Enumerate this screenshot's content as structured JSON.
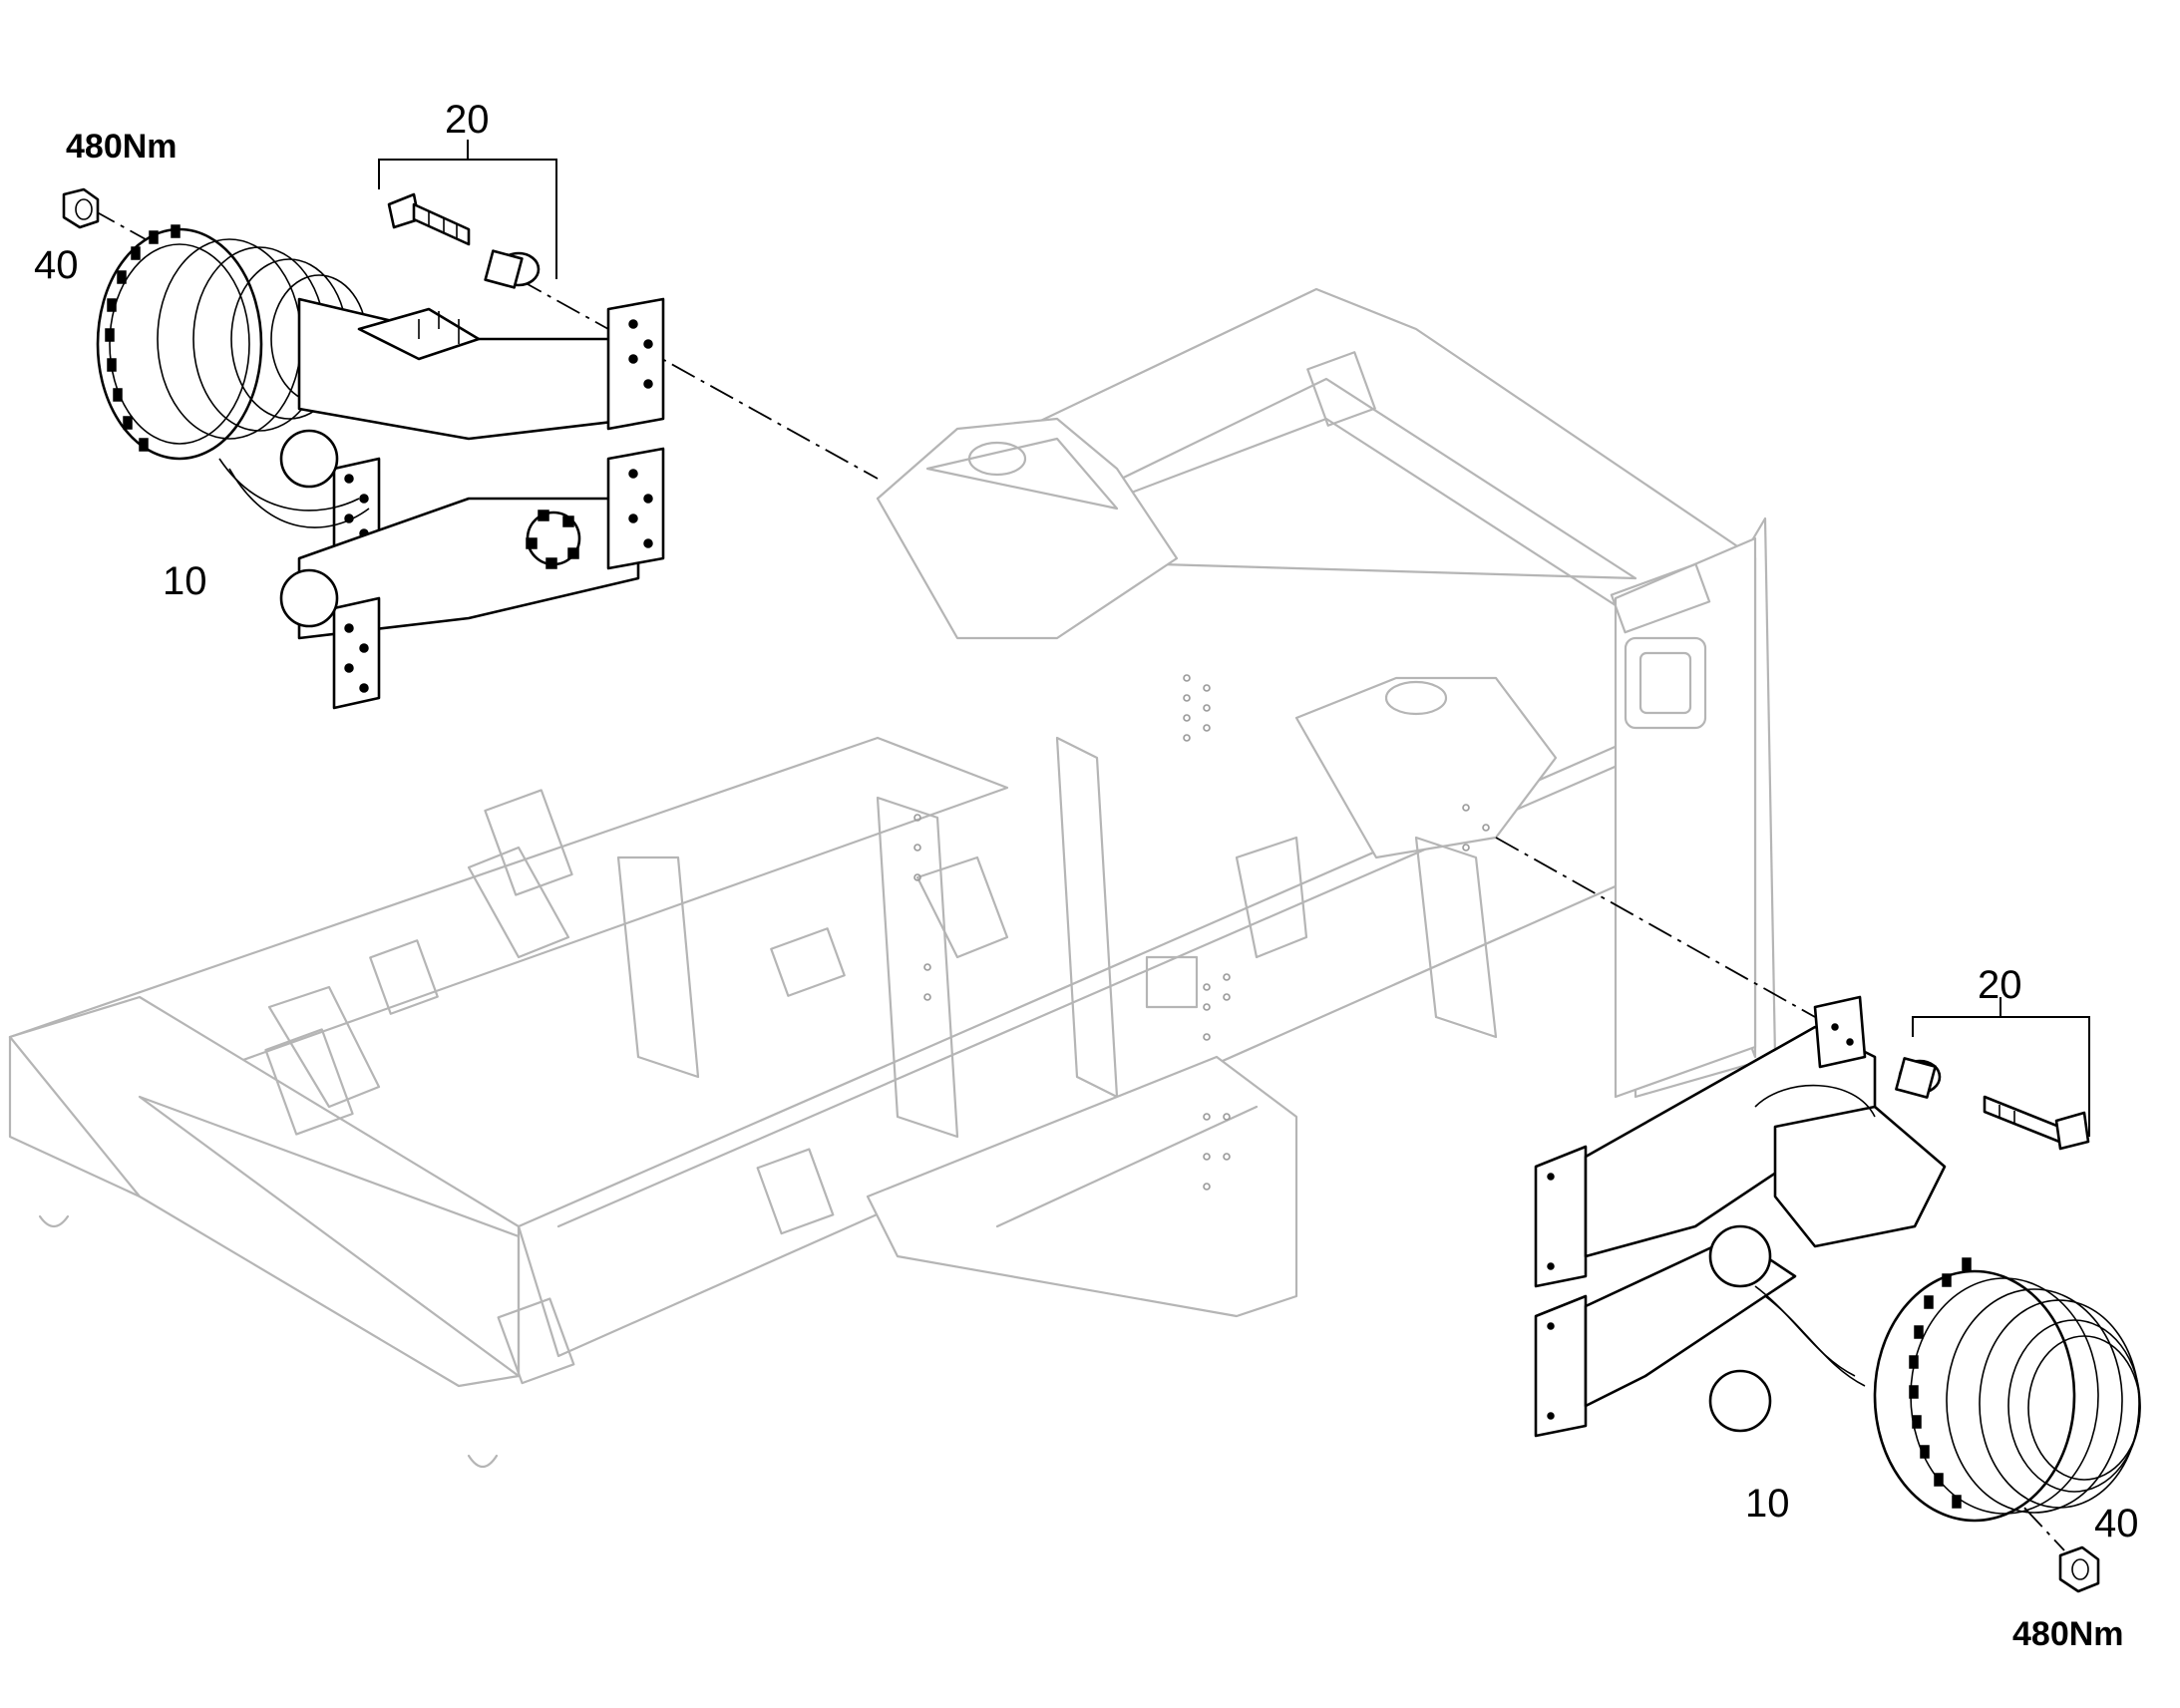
{
  "callouts": {
    "top_left": {
      "torque": "480Nm",
      "nut": "40",
      "bolt_set": "20",
      "axle": "10"
    },
    "bottom_right": {
      "torque": "480Nm",
      "nut": "40",
      "bolt_set": "20",
      "axle": "10"
    }
  }
}
